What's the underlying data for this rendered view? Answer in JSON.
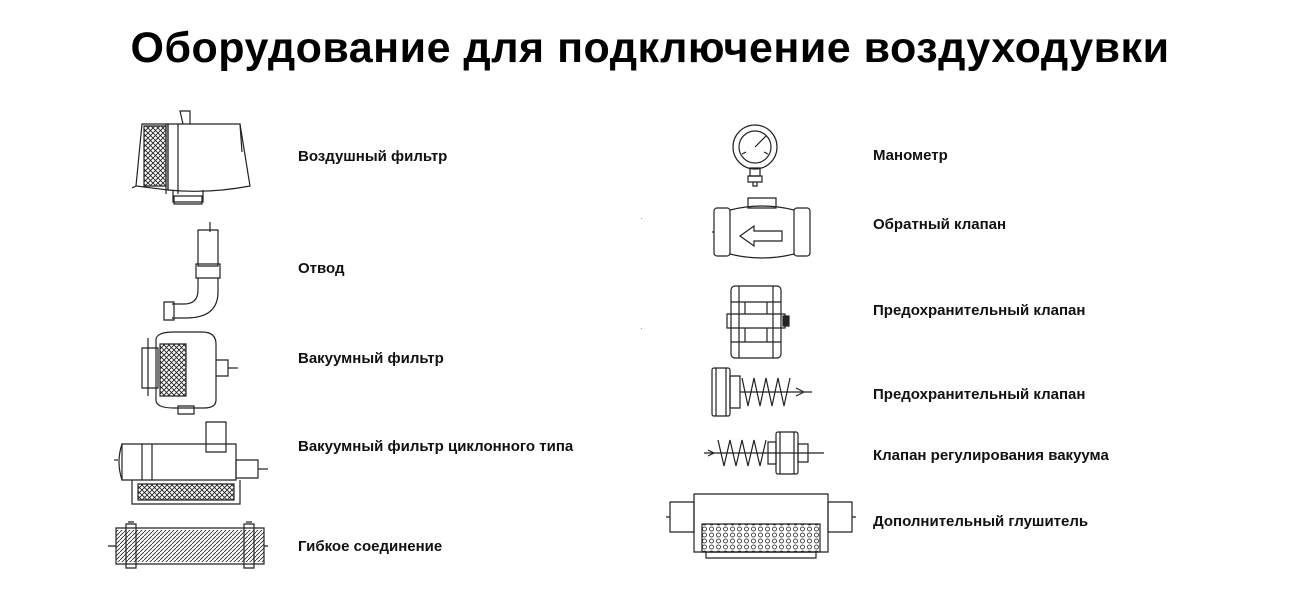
{
  "title": "Оборудование для подключение воздуходувки",
  "left_items": [
    {
      "label": "Воздушный фильтр",
      "icon": "air-filter-icon"
    },
    {
      "label": "Отвод",
      "icon": "elbow-pipe-icon"
    },
    {
      "label": "Вакуумный фильтр",
      "icon": "vacuum-filter-icon"
    },
    {
      "label": "Вакуумный фильтр циклонного типа",
      "icon": "cyclone-vacuum-filter-icon"
    },
    {
      "label": "Гибкое соединение",
      "icon": "flexible-connection-icon"
    }
  ],
  "right_items": [
    {
      "label": "Манометр",
      "icon": "pressure-gauge-icon"
    },
    {
      "label": "Обратный клапан",
      "icon": "check-valve-icon"
    },
    {
      "label": "Предохранительный клапан",
      "icon": "safety-valve-icon"
    },
    {
      "label": "Предохранительный клапан",
      "icon": "spring-safety-valve-icon"
    },
    {
      "label": "Клапан регулирования вакуума",
      "icon": "vacuum-regulating-valve-icon"
    },
    {
      "label": "Дополнительный глушитель",
      "icon": "additional-silencer-icon"
    }
  ]
}
